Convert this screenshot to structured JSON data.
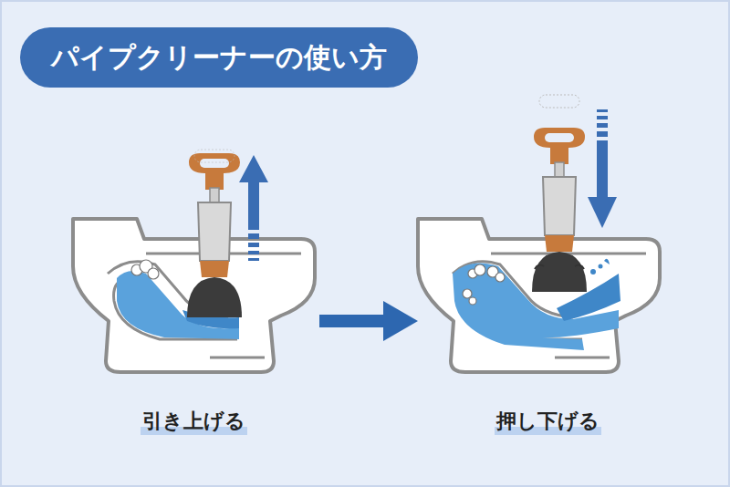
{
  "diagram": {
    "title": "パイプクリーナーの使い方",
    "labels": [
      "引き上げる",
      "押し下げる"
    ]
  }
}
